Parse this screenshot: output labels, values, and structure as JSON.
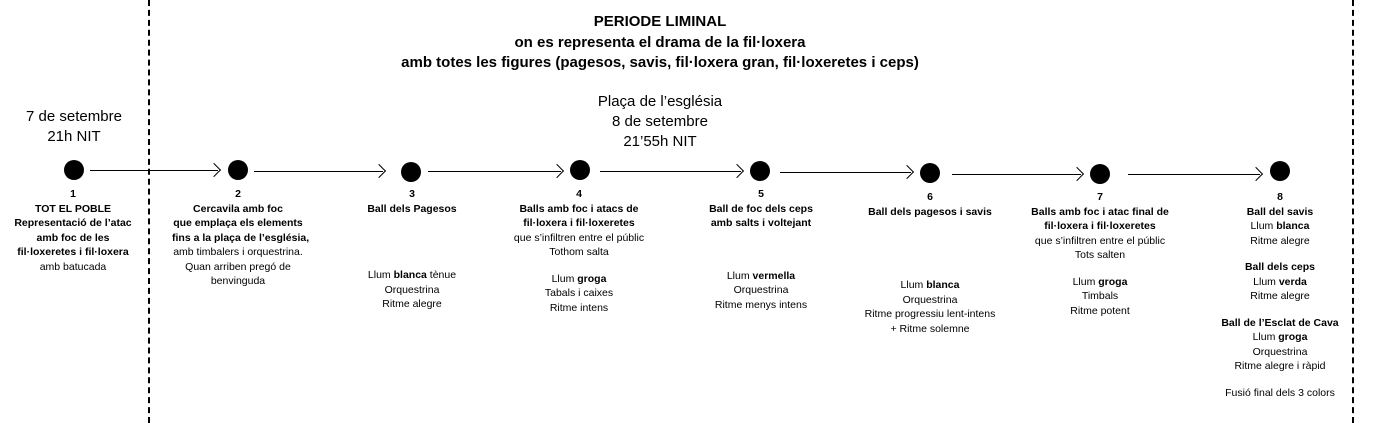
{
  "header": {
    "title": "PERIODE LIMINAL",
    "subtitle1": "on es representa el drama de la fil·loxera",
    "subtitle2": "amb totes les figures (pagesos, savis, fil·loxera gran, fil·loxeretes i ceps)"
  },
  "left_note": {
    "line1": "7 de setembre",
    "line2": "21h NIT"
  },
  "center_note": {
    "line1": "Plaça de l’església",
    "line2": "8 de setembre",
    "line3": "21’55h NIT"
  },
  "steps": [
    {
      "number": "1",
      "line1": "TOT EL POBLE",
      "line2": "Representació de l’atac",
      "line3": "amb foc de les",
      "line4": "fil·loxeretes i fil·loxera",
      "line5": "amb batucada"
    },
    {
      "number": "2",
      "line1": "Cercavila amb foc",
      "line2": "que emplaça els elements",
      "line3": "fins a la plaça de l’església,",
      "line4": "amb timbalers i orquestrina.",
      "line5": "Quan arriben pregó de",
      "line6": "benvinguda"
    },
    {
      "number": "3",
      "line1": "Ball dels Pagesos",
      "light_prefix": "Llum ",
      "light_color": "blanca",
      "light_suffix": " tènue",
      "line2": "Orquestrina",
      "line3": "Ritme alegre"
    },
    {
      "number": "4",
      "line1": "Balls amb foc i atacs de",
      "line2": "fil·loxera i fil·loxeretes",
      "line3": "que s’infiltren entre el públic",
      "line4": "Tothom salta",
      "light_prefix": "Llum ",
      "light_color": "groga",
      "line5": "Tabals i caixes",
      "line6": "Ritme intens"
    },
    {
      "number": "5",
      "line1": "Ball de foc dels ceps",
      "line2": "amb salts i voltejant",
      "light_prefix": "Llum ",
      "light_color": "vermella",
      "line3": "Orquestrina",
      "line4": "Ritme menys intens"
    },
    {
      "number": "6",
      "line1": "Ball dels pagesos i savis",
      "light_prefix": "Llum ",
      "light_color": "blanca",
      "line2": "Orquestrina",
      "line3": "Ritme progressiu lent-intens",
      "line4": "+ Ritme solemne"
    },
    {
      "number": "7",
      "line1": "Balls amb foc i atac final de",
      "line2": "fil·loxera i fil·loxeretes",
      "line3": "que s’infiltren entre el públic",
      "line4": "Tots salten",
      "light_prefix": "Llum ",
      "light_color": "groga",
      "line5": "Timbals",
      "line6": "Ritme potent"
    },
    {
      "number": "8",
      "a_title": "Ball del savis",
      "a_light_prefix": "Llum ",
      "a_light_color": "blanca",
      "a_rhythm": "Ritme alegre",
      "b_title": "Ball dels ceps",
      "b_light_prefix": "Llum ",
      "b_light_color": "verda",
      "b_rhythm": "Ritme alegre",
      "c_title": "Ball de l’Esclat de Cava",
      "c_light_prefix": "Llum ",
      "c_light_color": "groga",
      "c_music": "Orquestrina",
      "c_rhythm": "Ritme alegre i ràpid",
      "finale": "Fusió final dels 3 colors"
    }
  ]
}
